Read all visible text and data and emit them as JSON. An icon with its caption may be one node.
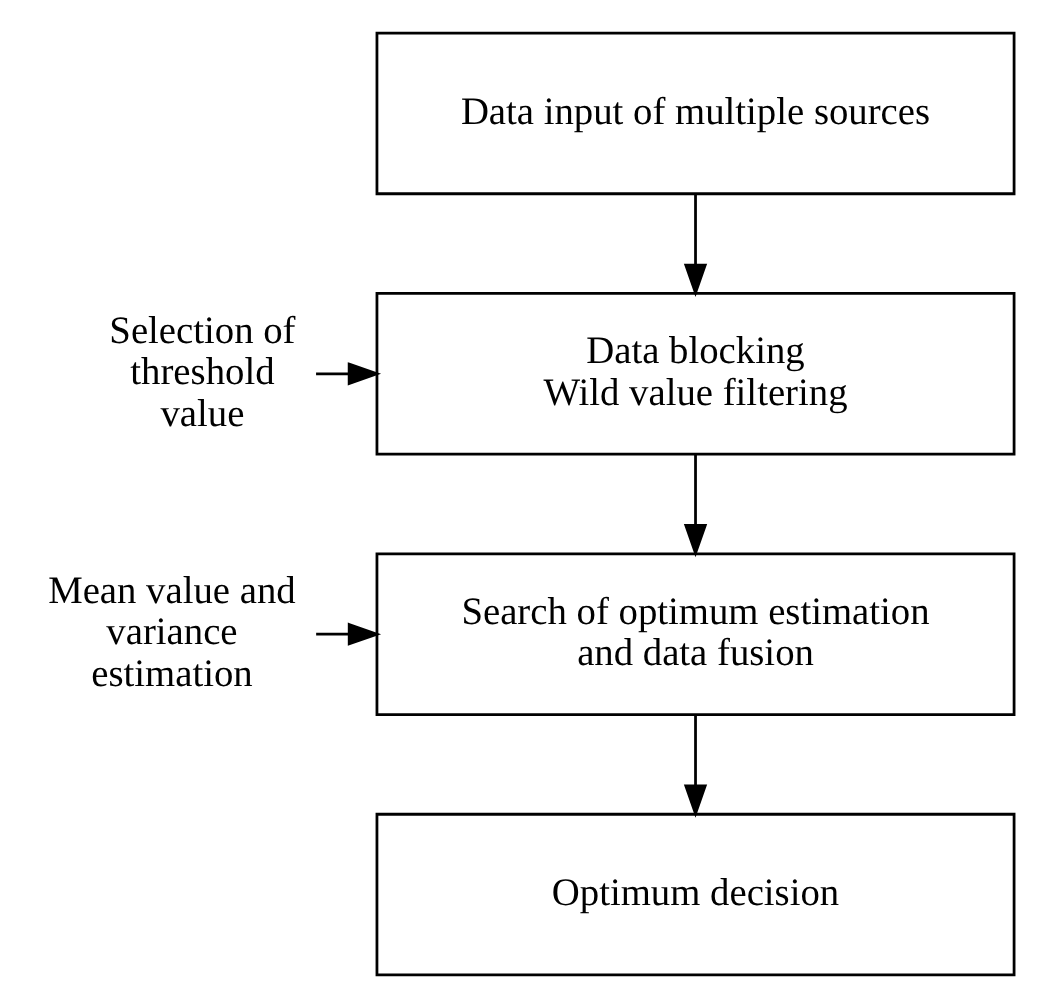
{
  "diagram": {
    "nodes": [
      {
        "text": [
          "Data input of multiple sources"
        ]
      },
      {
        "text": [
          "Data blocking",
          "Wild value filtering"
        ]
      },
      {
        "text": [
          "Search of optimum estimation and data fusion"
        ]
      },
      {
        "text": [
          "Optimum decision"
        ]
      },
      {
        "text": [
          "Selection of threshold value"
        ]
      },
      {
        "text": [
          "Mean value and variance estimation"
        ]
      }
    ],
    "edges": [
      {
        "from": 0,
        "to": 1,
        "arrow": "to"
      },
      {
        "from": 1,
        "to": 2,
        "arrow": "to"
      },
      {
        "from": 2,
        "to": 3,
        "arrow": "to"
      },
      {
        "from": 4,
        "to": 1,
        "arrow": "to"
      },
      {
        "from": 5,
        "to": 2,
        "arrow": "to"
      }
    ]
  }
}
